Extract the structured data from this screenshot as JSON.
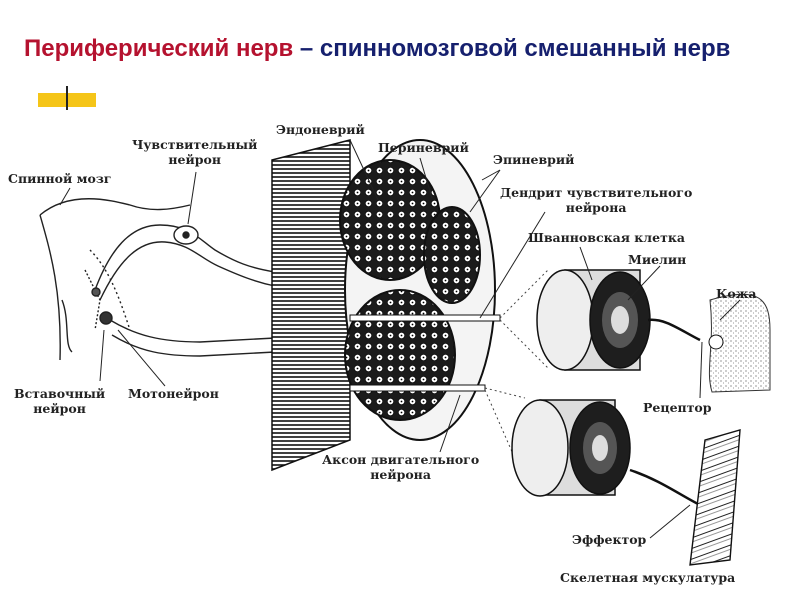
{
  "title": {
    "part1": "Периферический нерв",
    "part2": " – спинномозговой смешанный нерв"
  },
  "labels": {
    "spinal_cord": "Спинной мозг",
    "sensory_neuron": "Чувствительный\nнейрон",
    "interneuron": "Вставочный\nнейрон",
    "motoneuron": "Мотонейрон",
    "endoneurium": "Эндоневрий",
    "perineurium": "Периневрий",
    "epineurium": "Эпиневрий",
    "sensory_dendrite": "Дендрит чувствительного\nнейрона",
    "schwann_cell": "Шванновская клетка",
    "myelin": "Миелин",
    "skin": "Кожа",
    "receptor": "Рецептор",
    "motor_axon": "Аксон двигательного\nнейрона",
    "effector": "Эффектор",
    "skeletal_muscle": "Скелетная мускулатура"
  },
  "colors": {
    "title_red": "#b5122f",
    "title_blue": "#16206e",
    "accent_yellow": "#f5c518",
    "ink": "#222222"
  }
}
